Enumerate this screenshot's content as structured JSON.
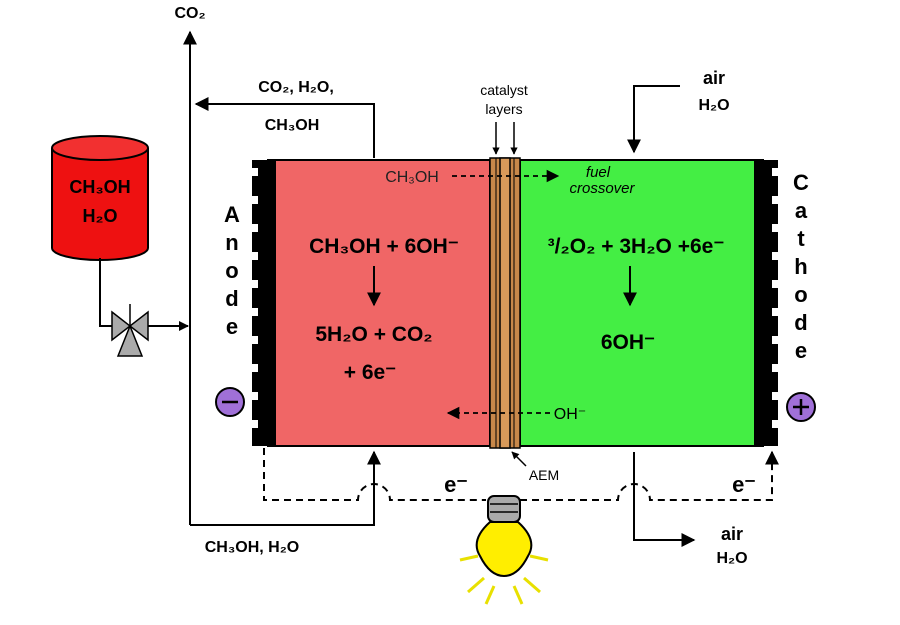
{
  "tank": {
    "line1": "CH₃OH",
    "line2": "H₂O",
    "color": "#ee1111"
  },
  "outlet_top": {
    "label": "CO₂"
  },
  "exhaust": {
    "line1": "CO₂, H₂O,",
    "line2": "CH₃OH"
  },
  "inlet_bottom": {
    "label": "CH₃OH, H₂O"
  },
  "catalyst": {
    "line1": "catalyst",
    "line2": "layers"
  },
  "air_in": {
    "line1": "air",
    "line2": "H₂O"
  },
  "air_out": {
    "line1": "air",
    "line2": "H₂O"
  },
  "anode": {
    "letters": [
      "A",
      "n",
      "o",
      "d",
      "e"
    ],
    "sign": "−",
    "color": "#f06666"
  },
  "cathode": {
    "letters": [
      "C",
      "a",
      "t",
      "h",
      "o",
      "d",
      "e"
    ],
    "sign": "+",
    "color": "#44ee44"
  },
  "anode_reaction": {
    "reactants": "CH₃OH + 6OH⁻",
    "products_line1": "5H₂O + CO₂",
    "products_line2": "+ 6e⁻"
  },
  "cathode_reaction": {
    "reactants": "³/₂O₂ + 3H₂O +6e⁻",
    "products": "6OH⁻"
  },
  "crossover": {
    "species": "CH₃OH",
    "line1": "fuel",
    "line2": "crossover"
  },
  "hydroxide": {
    "label": "OH⁻"
  },
  "membrane": {
    "label": "AEM",
    "color": "#c8884a"
  },
  "electrons": {
    "left": "e⁻",
    "right": "e⁻"
  },
  "colors": {
    "sign_circle": "#a070d8",
    "bulb": "#ffee00",
    "valve": "#aaaaaa"
  }
}
